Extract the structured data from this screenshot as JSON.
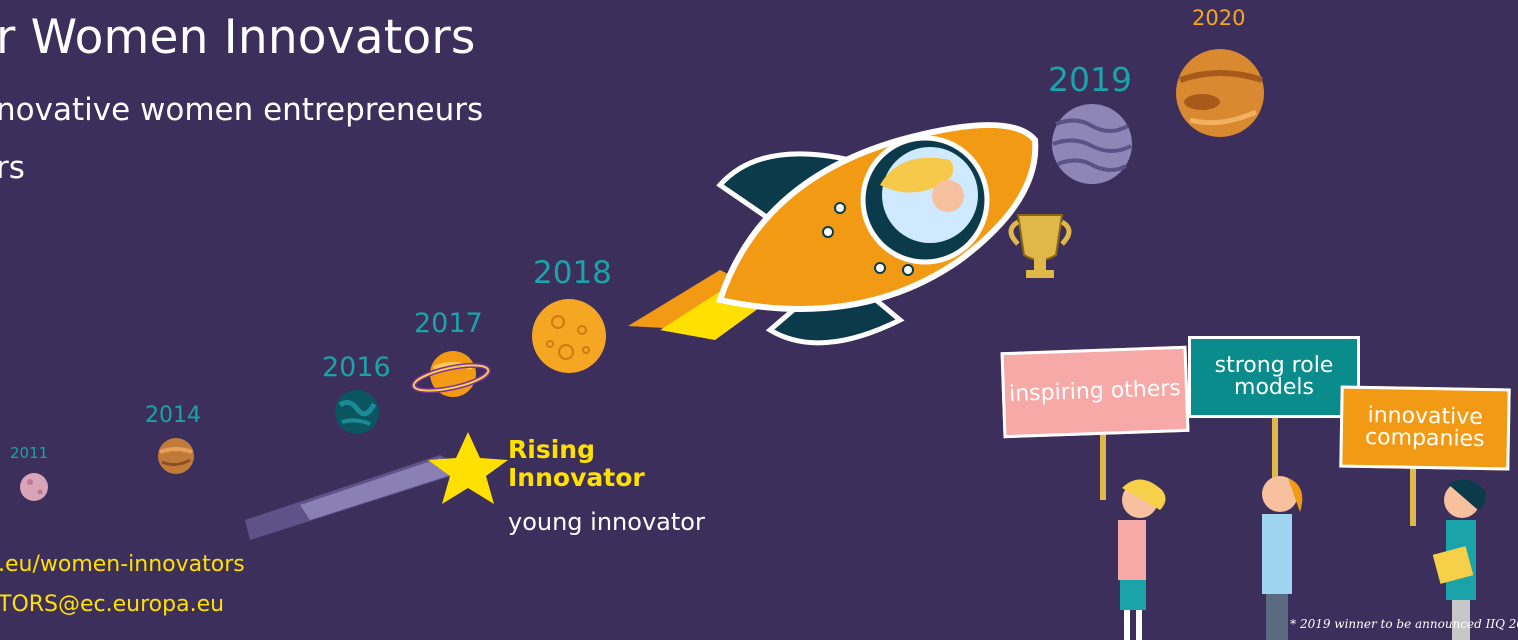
{
  "header": {
    "title": "r Women Innovators",
    "subtitle_line1": "novative women entrepreneurs",
    "subtitle_line2": "rs"
  },
  "timeline": {
    "years": {
      "y2011": "2011",
      "y2014": "2014",
      "y2016": "2016",
      "y2017": "2017",
      "y2018": "2018",
      "y2019": "2019",
      "y2020": "2020"
    }
  },
  "rising": {
    "title": "Rising Innovator",
    "subtitle": "young innovator"
  },
  "contact": {
    "url": ".eu/women-innovators",
    "email": "TORS@ec.europa.eu"
  },
  "signs": {
    "inspiring": "inspiring others",
    "role_models": "strong role models",
    "companies": "innovative companies"
  },
  "footnote": "* 2019 winner to be announced    IIQ 20",
  "colors": {
    "background": "#3c2f5c",
    "teal": "#1aa3a8",
    "yellow": "#ffe000",
    "orange": "#f39a15",
    "pink": "#f7a9a8"
  }
}
